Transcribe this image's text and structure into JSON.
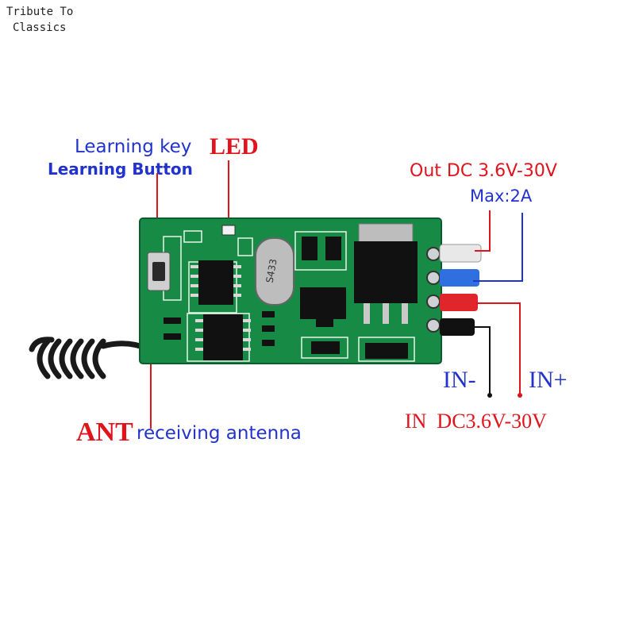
{
  "watermark": {
    "line1": "Tribute To",
    "line2": "Classics"
  },
  "labels": {
    "learning_key": "Learning key",
    "learning_button": "Learning Button",
    "led": "LED",
    "output": "Out DC 3.6V-30V",
    "max_current": "Max:2A",
    "in_minus": "IN-",
    "in_plus": "IN+",
    "input": "IN  DC3.6V-30V",
    "ant": "ANT",
    "antenna": "receiving antenna"
  },
  "board": {
    "crystal_marking": "S433",
    "pcb_color": "#178a45",
    "wire_colors": [
      "#e8e8e8",
      "#2f6fe0",
      "#e0262a",
      "#111111"
    ]
  },
  "colors": {
    "blue_text": "#2233cc",
    "red_text": "#e0141c",
    "black_text": "#111111"
  }
}
